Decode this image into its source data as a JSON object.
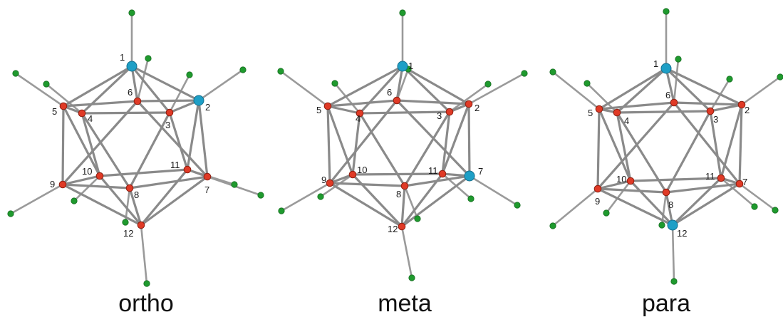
{
  "colors": {
    "boron": "#e03a26",
    "carbon": "#1e9fc6",
    "hydrogen": "#1f9a2e",
    "bond": "#8a8a8a"
  },
  "isomers": [
    {
      "caption": "ortho",
      "carbon_atoms": [
        "1",
        "2"
      ],
      "labels": {
        "a1": "1",
        "a2": "2",
        "a3": "3",
        "a4": "4",
        "a5": "5",
        "a6": "6",
        "a7": "7",
        "a8": "8",
        "a9": "9",
        "a10": "10",
        "a11": "11",
        "a12": "12"
      }
    },
    {
      "caption": "meta",
      "carbon_atoms": [
        "1",
        "7"
      ],
      "labels": {
        "a1": "1",
        "a2": "2",
        "a3": "3",
        "a4": "4",
        "a5": "5",
        "a6": "6",
        "a7": "7",
        "a8": "8",
        "a9": "9",
        "a10": "10",
        "a11": "11",
        "a12": "12"
      }
    },
    {
      "caption": "para",
      "carbon_atoms": [
        "1",
        "12"
      ],
      "labels": {
        "a1": "1",
        "a2": "2",
        "a3": "3",
        "a4": "4",
        "a5": "5",
        "a6": "6",
        "a7": "7",
        "a8": "8",
        "a9": "9",
        "a10": "10",
        "a11": "11",
        "a12": "12"
      }
    }
  ]
}
